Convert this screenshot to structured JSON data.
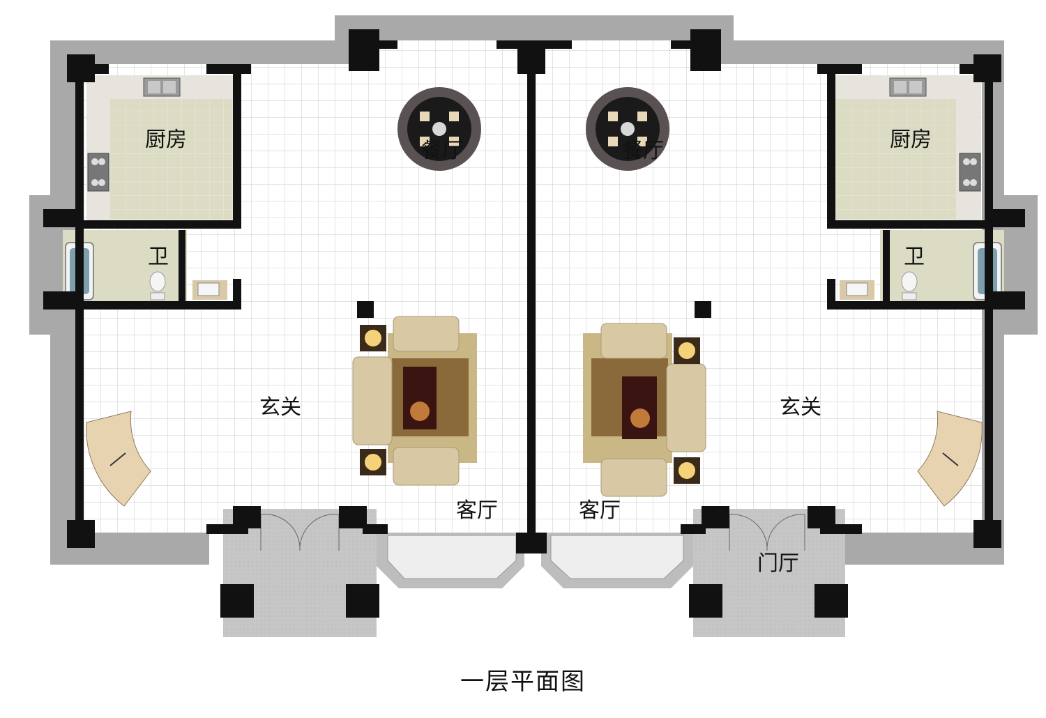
{
  "title": "一层平面图",
  "rooms": {
    "left": {
      "kitchen": "厨房",
      "dining": "餐厅",
      "bathroom": "卫",
      "foyer": "玄关",
      "living": "客厅"
    },
    "right": {
      "kitchen": "厨房",
      "dining": "餐厅",
      "bathroom": "卫",
      "foyer": "玄关",
      "living": "客厅",
      "entrance_hall": "门厅"
    }
  },
  "colors": {
    "wall": "#111111",
    "outer_terrace": "#a9a9a9",
    "floor_tile": "#ffffff",
    "tile_grid": "#c9c9c9",
    "kitchen_floor": "#dcdcc4",
    "porch": "#c4c4c4",
    "sofa": "#d8c9a4",
    "rug": "#6b2a1a",
    "table": "#2a1f1f"
  }
}
